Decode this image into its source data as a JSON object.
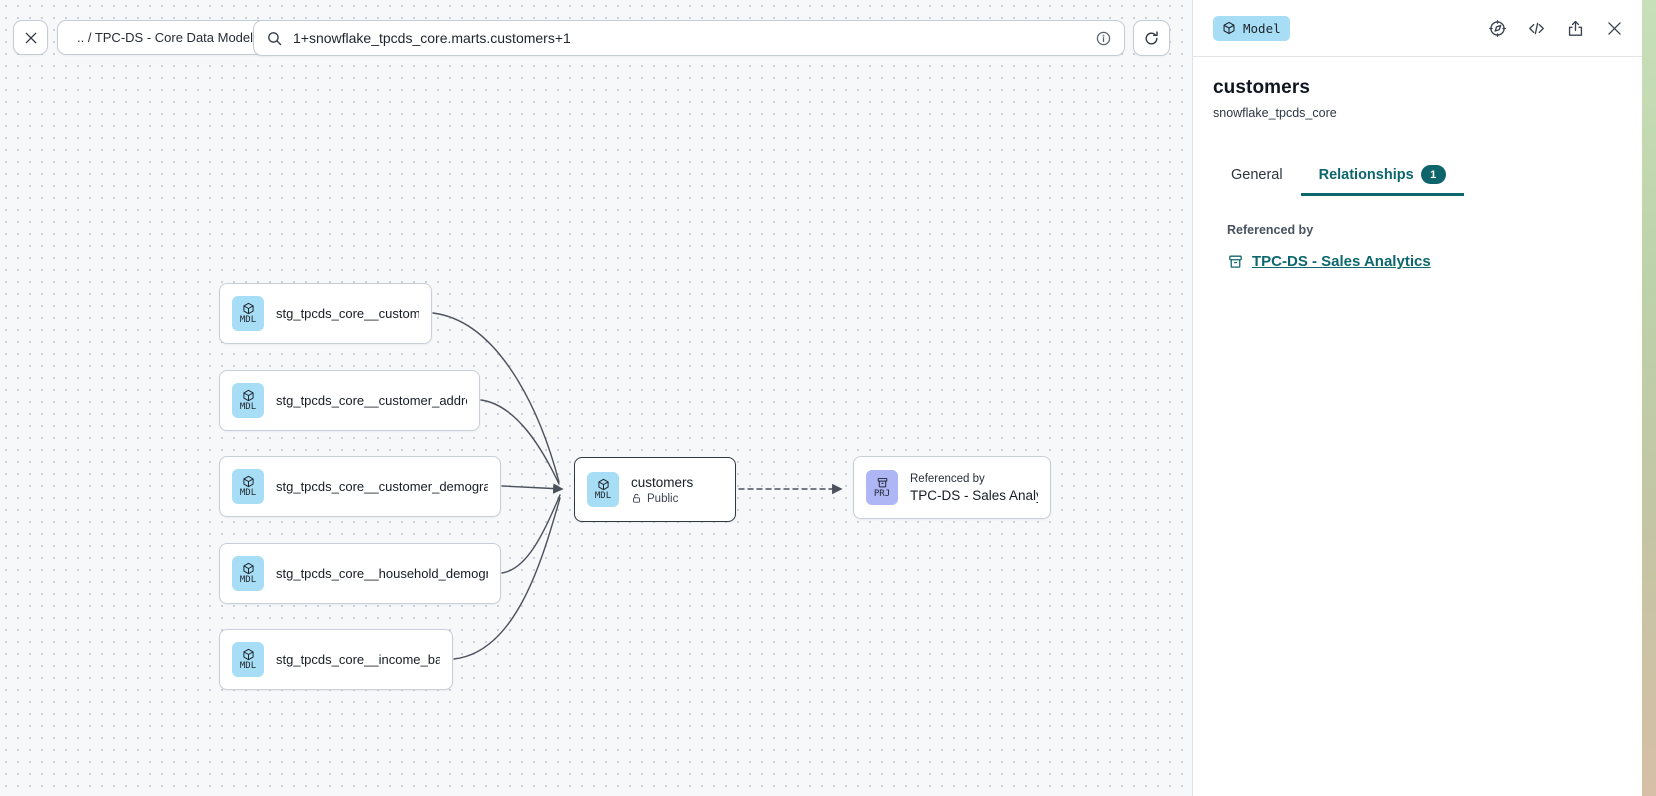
{
  "toolbar": {
    "breadcrumb": ".. / TPC-DS - Core Data Models",
    "search_value": "1+snowflake_tpcds_core.marts.customers+1"
  },
  "panel": {
    "type_badge": "Model",
    "title": "customers",
    "subtitle": "snowflake_tpcds_core",
    "tabs": [
      {
        "label": "General",
        "active": false
      },
      {
        "label": "Relationships",
        "active": true,
        "badge": "1"
      }
    ],
    "section_label": "Referenced by",
    "reference_link": "TPC-DS - Sales Analytics"
  },
  "canvas": {
    "upstream_nodes": [
      {
        "badge": "MDL",
        "label": "stg_tpcds_core__customer"
      },
      {
        "badge": "MDL",
        "label": "stg_tpcds_core__customer_address"
      },
      {
        "badge": "MDL",
        "label": "stg_tpcds_core__customer_demogra..."
      },
      {
        "badge": "MDL",
        "label": "stg_tpcds_core__household_demogr..."
      },
      {
        "badge": "MDL",
        "label": "stg_tpcds_core__income_band"
      }
    ],
    "selected_node": {
      "badge": "MDL",
      "label": "customers",
      "visibility": "Public"
    },
    "downstream_node": {
      "badge": "PRJ",
      "kicker": "Referenced by",
      "label": "TPC-DS - Sales Analytics"
    }
  },
  "icons": {
    "close": "x-glyph",
    "search": "magnifier",
    "info": "circled-i",
    "refresh": "circular-arrow",
    "model": "cube-outline",
    "project": "archive-box",
    "compass": "compass-dial",
    "code": "angle-brackets",
    "share": "box-arrow-up",
    "lock_open": "open-padlock"
  },
  "colors": {
    "accent_teal": "#0d666c",
    "model_badge_bg": "#a8def5",
    "project_badge_bg": "#aeb6f6",
    "canvas_bg": "#f7f8fa"
  }
}
